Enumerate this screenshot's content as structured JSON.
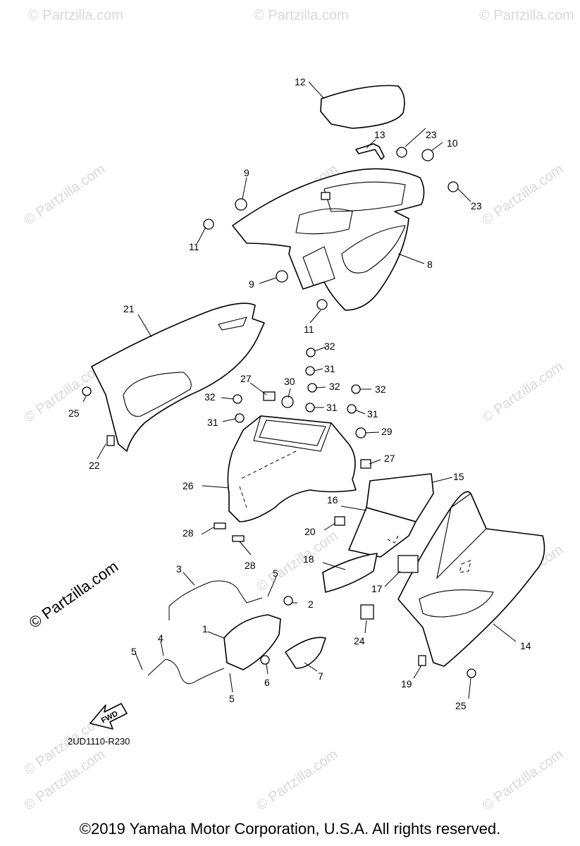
{
  "watermark": "© Partzilla.com",
  "diagram_code": "2UD1110-R230",
  "fwd_label": "FWD",
  "copyright": "©2019  Yamaha Motor Corporation, U.S.A. All rights reserved.",
  "callouts": {
    "c1": "1",
    "c2": "2",
    "c3": "3",
    "c4": "4",
    "c5a": "5",
    "c5b": "5",
    "c5c": "5",
    "c6": "6",
    "c7": "7",
    "c8": "8",
    "c9a": "9",
    "c9b": "9",
    "c10": "10",
    "c11a": "11",
    "c11b": "11",
    "c12": "12",
    "c13": "13",
    "c14": "14",
    "c15": "15",
    "c16": "16",
    "c17": "17",
    "c18": "18",
    "c19": "19",
    "c20": "20",
    "c21": "21",
    "c22": "22",
    "c23a": "23",
    "c23b": "23",
    "c24": "24",
    "c25a": "25",
    "c25b": "25",
    "c26": "26",
    "c27a": "27",
    "c27b": "27",
    "c28a": "28",
    "c28b": "28",
    "c29": "29",
    "c30": "30",
    "c31a": "31",
    "c31b": "31",
    "c31c": "31",
    "c31d": "31",
    "c32a": "32",
    "c32b": "32",
    "c32c": "32",
    "c32d": "32"
  }
}
